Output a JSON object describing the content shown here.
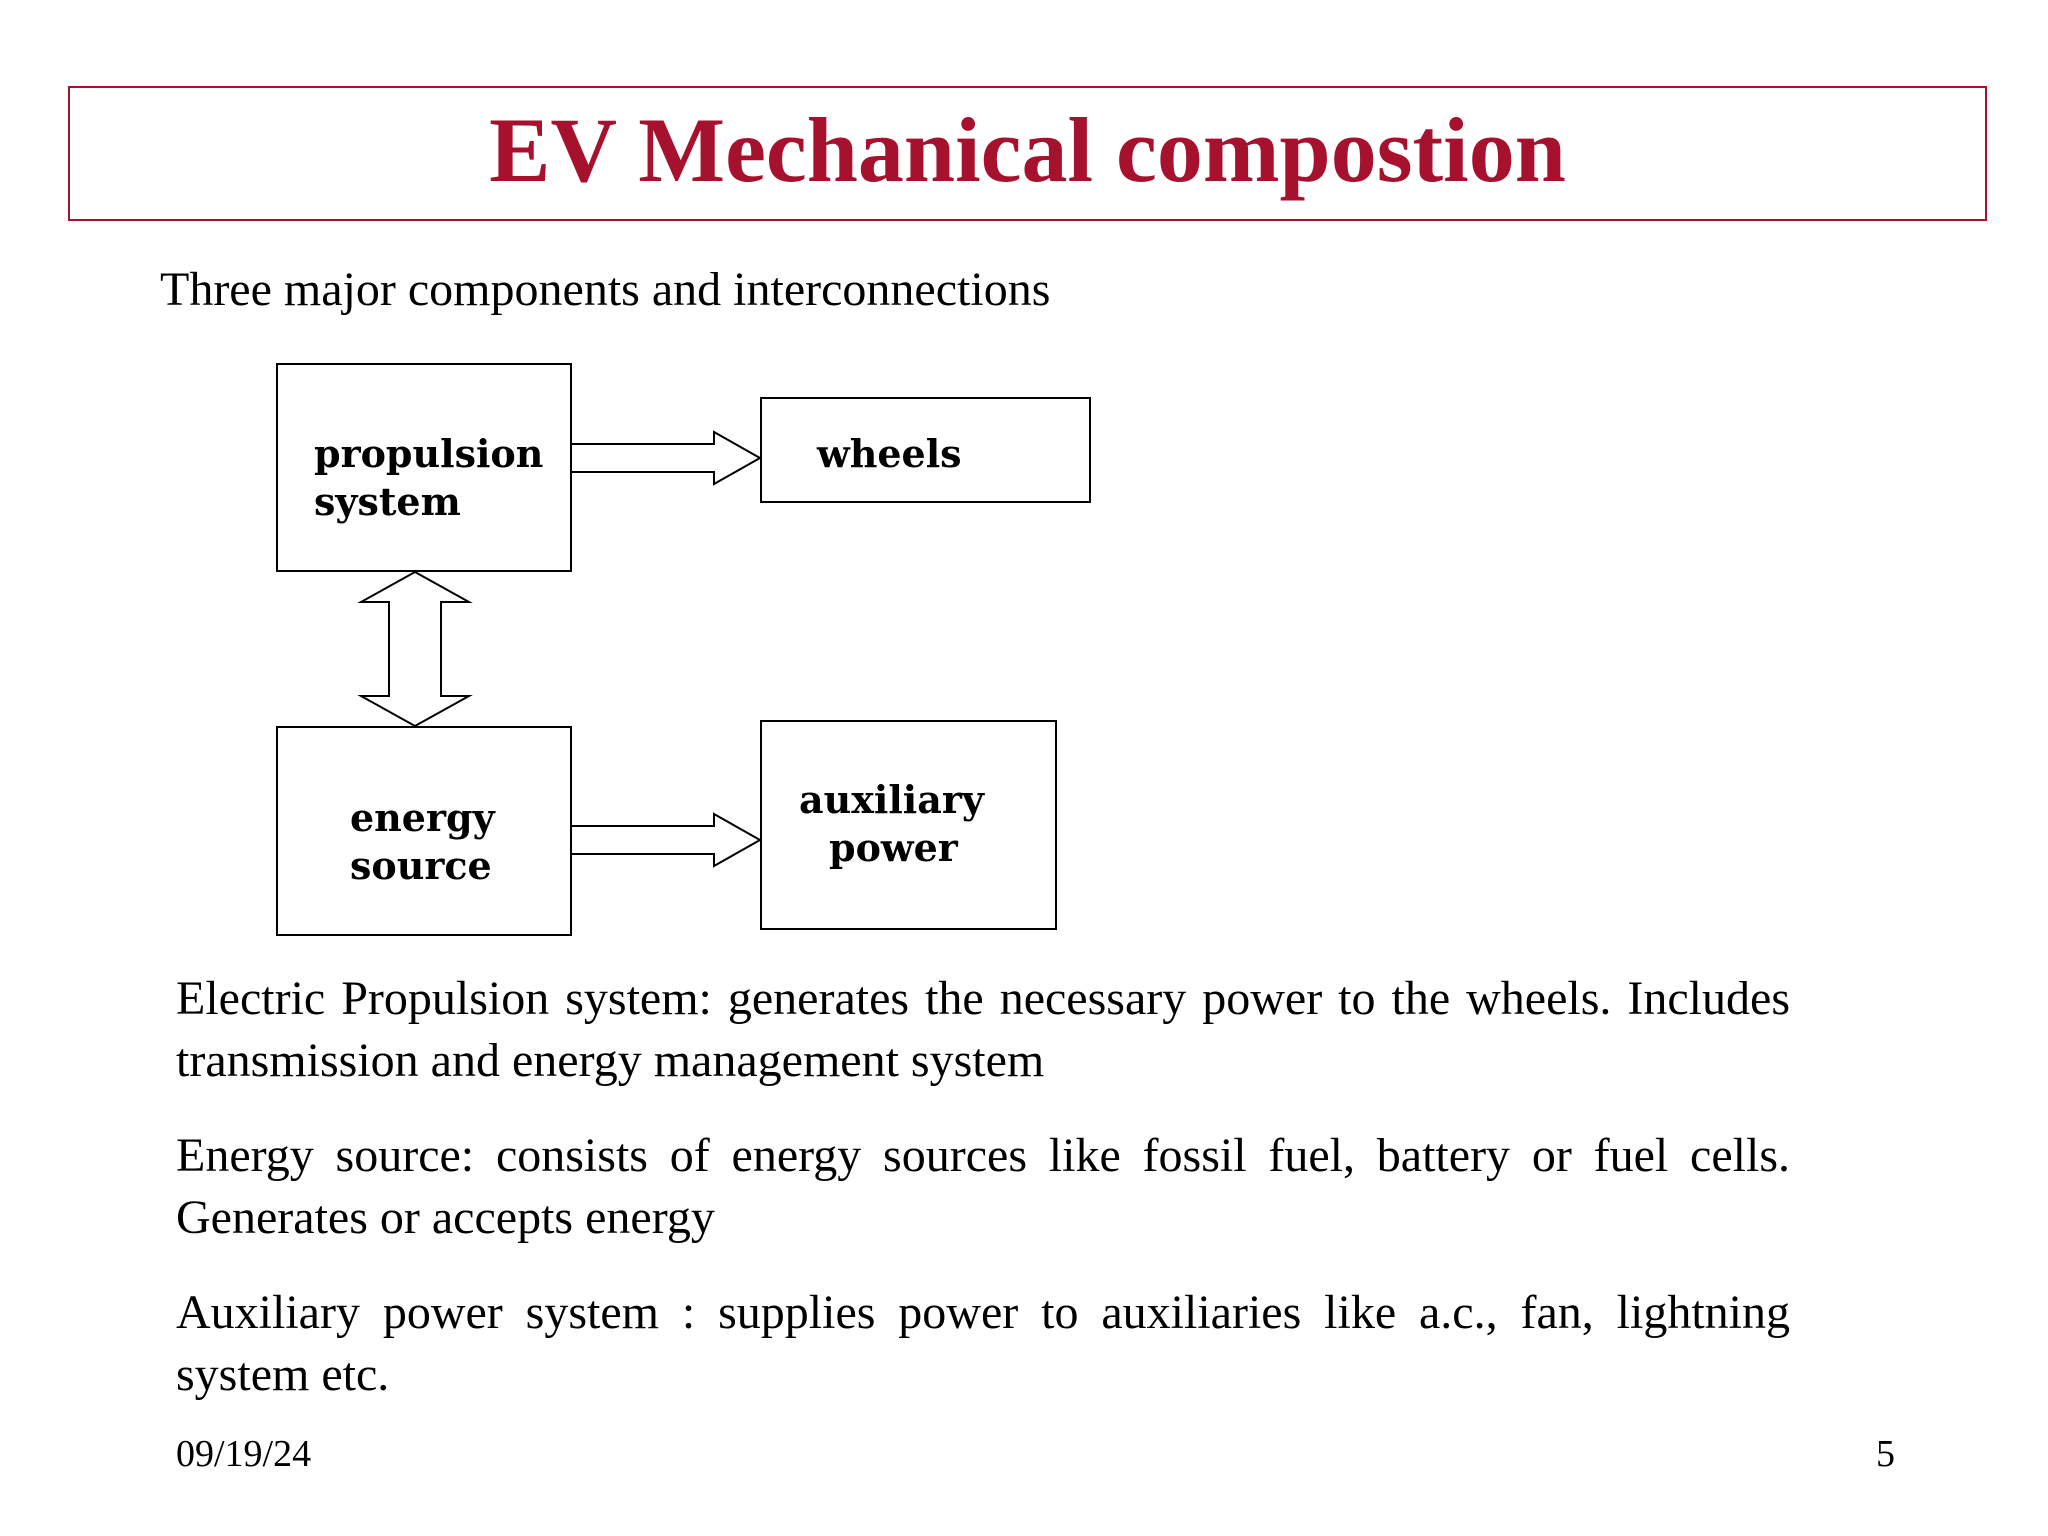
{
  "slide": {
    "title": "EV Mechanical compostion",
    "subtitle": "Three major components and interconnections"
  },
  "diagram": {
    "nodes": {
      "propulsion": {
        "line1": "propulsion",
        "line2": "system"
      },
      "wheels": {
        "line1": "wheels"
      },
      "energy": {
        "line1": "energy",
        "line2": "source"
      },
      "auxiliary": {
        "line1": "auxiliary",
        "line2": "power"
      }
    },
    "arrows": [
      {
        "from": "propulsion system",
        "to": "wheels",
        "direction": "right"
      },
      {
        "from": "propulsion system",
        "to": "energy source",
        "direction": "both-vertical"
      },
      {
        "from": "energy source",
        "to": "auxiliary power",
        "direction": "right"
      }
    ]
  },
  "paragraphs": [
    "Electric Propulsion system: generates the necessary power to the wheels. Includes transmission and energy management system",
    "Energy source: consists of energy sources like fossil fuel, battery or fuel cells. Generates or accepts energy",
    "Auxiliary power system : supplies power to auxiliaries like a.c., fan, lightning system etc."
  ],
  "footer": {
    "date": "09/19/24",
    "page_number": "5"
  },
  "colors": {
    "accent": "#a6112e",
    "text": "#000000"
  }
}
